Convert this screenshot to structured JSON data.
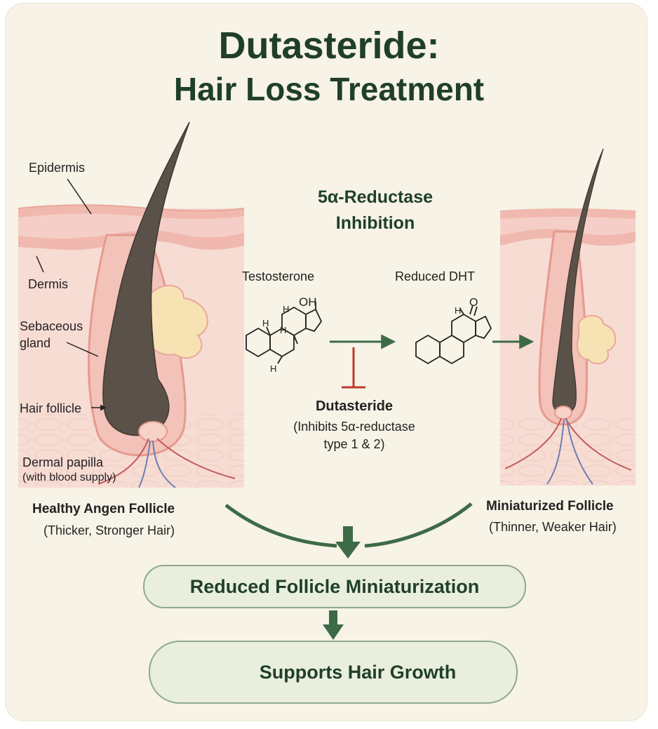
{
  "title": {
    "line1": "Dutasteride:",
    "line2": "Hair Loss Treatment"
  },
  "anatomy": {
    "epidermis": "Epidermis",
    "dermis": "Dermis",
    "sebaceous_1": "Sebaceous",
    "sebaceous_2": "gland",
    "hair_follicle": "Hair follicle",
    "papilla_1": "Dermal papilla",
    "papilla_2": "(with blood supply)"
  },
  "healthy": {
    "name": "Healthy Angen Follicle",
    "desc": "(Thicker, Stronger Hair)"
  },
  "miniaturized": {
    "name": "Miniaturized Follicle",
    "desc": "(Thinner, Weaker Hair)"
  },
  "mechanism": {
    "heading_1": "5α-Reductase",
    "heading_2": "Inhibition",
    "substrate": "Testosterone",
    "product": "Reduced DHT",
    "oh_group": "OH",
    "keto_group": "O",
    "h_atom": "H",
    "drug": "Dutasteride",
    "drug_action_1": "(Inhibits 5α-reductase",
    "drug_action_2": "type 1 & 2)"
  },
  "outcomes": {
    "step1": "Reduced Follicle Miniaturization",
    "step2": "Supports Hair Growth"
  },
  "colors": {
    "title_green": "#1f3f2c",
    "arrow_green": "#3d6b47",
    "inhibit_red": "#c0392b",
    "skin_pink": "#f2c3bd",
    "hair_brown": "#5a5148",
    "gland_yellow": "#f6deaa",
    "pill_fill": "#e9efdc"
  },
  "icons": [
    "hair-strands-icon",
    "inhibition-t-icon",
    "arrow-right-icon",
    "arrow-down-icon"
  ]
}
